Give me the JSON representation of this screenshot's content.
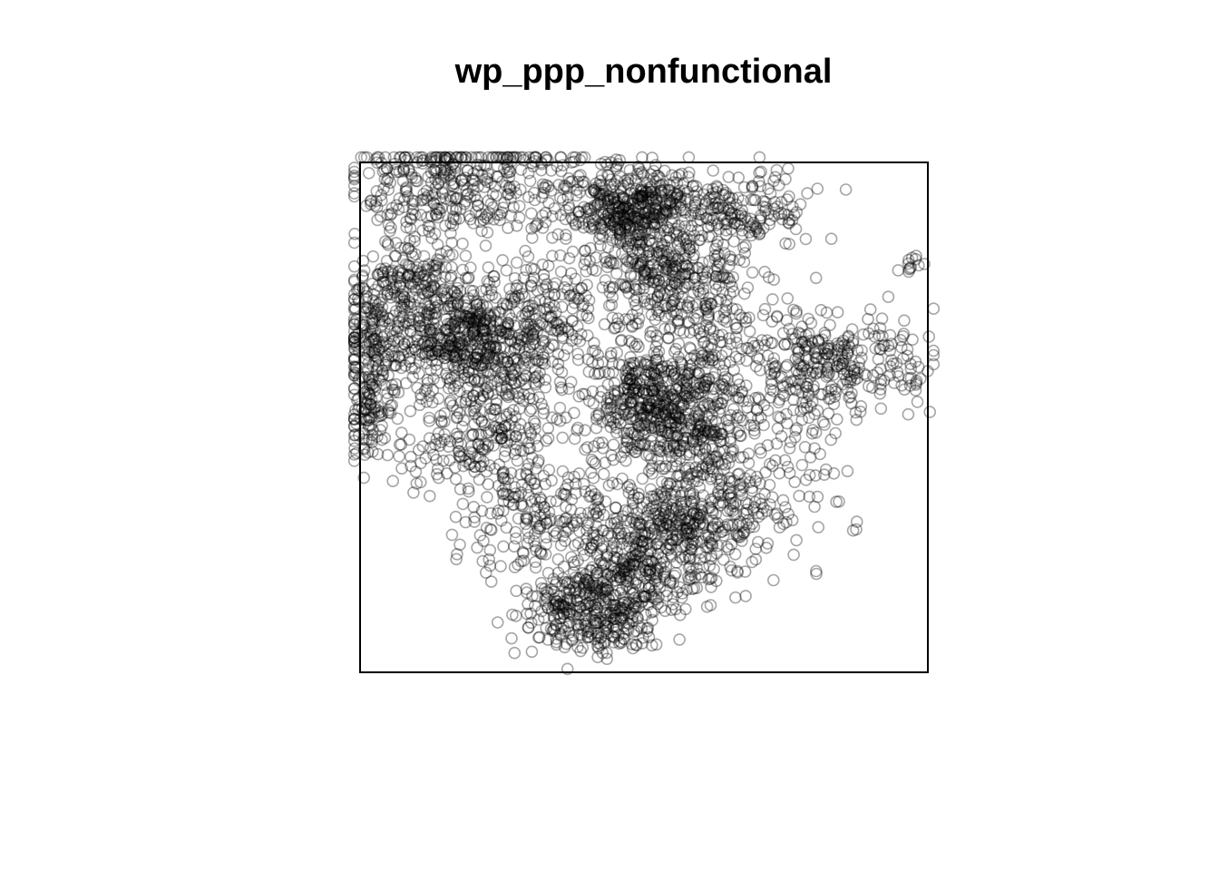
{
  "chart_data": {
    "type": "scatter",
    "title": "wp_ppp_nonfunctional",
    "xlabel": "",
    "ylabel": "",
    "axes_shown": false,
    "marker": "open-circle",
    "marker_color": "#000000",
    "marker_alpha": 0.35,
    "window": "rectangular",
    "seed": 7,
    "point_count_estimate": 5000,
    "clusters": [
      {
        "x": 0.18,
        "y": 0.35,
        "sx": 0.07,
        "sy": 0.06,
        "n": 520
      },
      {
        "x": 0.47,
        "y": 0.08,
        "sx": 0.07,
        "sy": 0.04,
        "n": 320
      },
      {
        "x": 0.55,
        "y": 0.22,
        "sx": 0.06,
        "sy": 0.04,
        "n": 250
      },
      {
        "x": 0.5,
        "y": 0.48,
        "sx": 0.05,
        "sy": 0.08,
        "n": 330
      },
      {
        "x": 0.58,
        "y": 0.49,
        "sx": 0.07,
        "sy": 0.05,
        "n": 300
      },
      {
        "x": 0.49,
        "y": 0.11,
        "sx": 0.04,
        "sy": 0.04,
        "n": 180
      },
      {
        "x": 0.8,
        "y": 0.4,
        "sx": 0.05,
        "sy": 0.05,
        "n": 210
      },
      {
        "x": 0.48,
        "y": 0.78,
        "sx": 0.06,
        "sy": 0.06,
        "n": 300
      },
      {
        "x": 0.4,
        "y": 0.88,
        "sx": 0.06,
        "sy": 0.04,
        "n": 330
      },
      {
        "x": 0.58,
        "y": 0.71,
        "sx": 0.05,
        "sy": 0.06,
        "n": 260
      },
      {
        "x": 0.08,
        "y": 0.24,
        "sx": 0.05,
        "sy": 0.05,
        "n": 190
      },
      {
        "x": 0.02,
        "y": 0.36,
        "sx": 0.03,
        "sy": 0.06,
        "n": 160
      },
      {
        "x": 0.23,
        "y": 0.02,
        "sx": 0.07,
        "sy": 0.05,
        "n": 160
      },
      {
        "x": 0.12,
        "y": 0.06,
        "sx": 0.07,
        "sy": 0.05,
        "n": 200
      },
      {
        "x": 0.33,
        "y": 0.29,
        "sx": 0.08,
        "sy": 0.06,
        "n": 220
      },
      {
        "x": 0.67,
        "y": 0.1,
        "sx": 0.06,
        "sy": 0.04,
        "n": 170
      },
      {
        "x": 0.33,
        "y": 0.7,
        "sx": 0.07,
        "sy": 0.06,
        "n": 200
      },
      {
        "x": 0.67,
        "y": 0.62,
        "sx": 0.08,
        "sy": 0.08,
        "n": 220
      },
      {
        "x": 0.2,
        "y": 0.56,
        "sx": 0.08,
        "sy": 0.05,
        "n": 160
      },
      {
        "x": 0.92,
        "y": 0.4,
        "sx": 0.05,
        "sy": 0.06,
        "n": 90
      },
      {
        "x": 0.01,
        "y": 0.5,
        "sx": 0.02,
        "sy": 0.04,
        "n": 80
      },
      {
        "x": 0.28,
        "y": 0.45,
        "sx": 0.05,
        "sy": 0.08,
        "n": 150
      },
      {
        "x": 0.62,
        "y": 0.34,
        "sx": 0.06,
        "sy": 0.06,
        "n": 160
      },
      {
        "x": 0.97,
        "y": 0.2,
        "sx": 0.01,
        "sy": 0.01,
        "n": 12
      }
    ]
  }
}
